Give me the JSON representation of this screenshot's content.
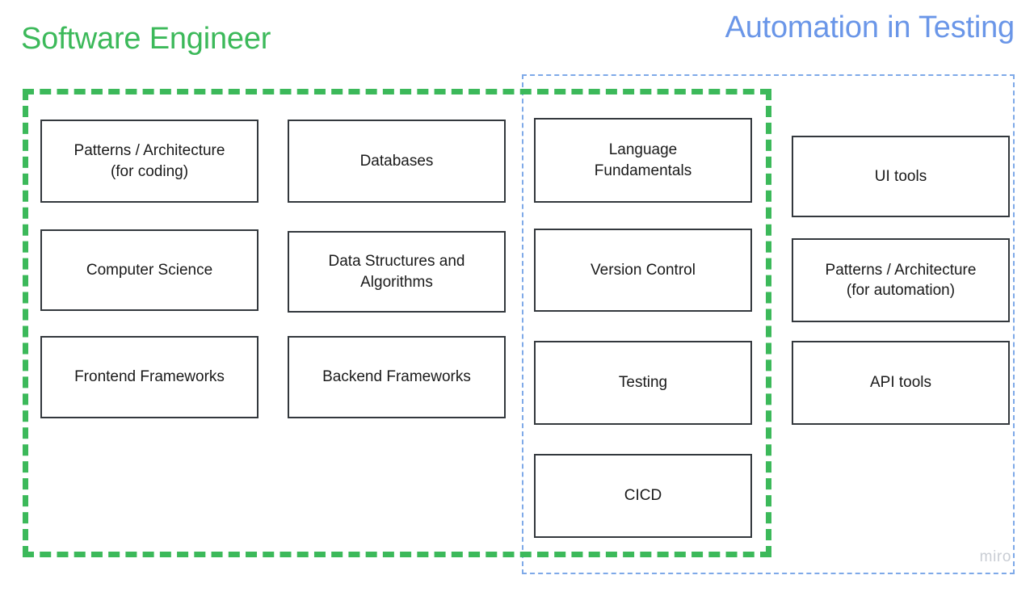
{
  "colors": {
    "software_engineer_green": "#3CB95A",
    "automation_blue": "#6A96E8",
    "automation_border_blue": "#7EA9E8",
    "node_border": "#33383D",
    "node_text": "#1A1A1A",
    "watermark": "#C9CDD4",
    "background": "#FFFFFF"
  },
  "titles": {
    "left": "Software Engineer",
    "right": "Automation in Testing"
  },
  "groups": {
    "software_engineer": {
      "label": "Software Engineer",
      "border_style": "dashed",
      "border_color": "#3CB95A"
    },
    "automation_in_testing": {
      "label": "Automation in Testing",
      "border_style": "dashed",
      "border_color": "#7EA9E8"
    }
  },
  "columns": [
    {
      "name": "column-1",
      "group": "software_engineer",
      "nodes": [
        {
          "id": "patterns-coding",
          "line1": "Patterns / Architecture",
          "line2": "(for coding)"
        },
        {
          "id": "computer-science",
          "line1": "Computer Science",
          "line2": ""
        },
        {
          "id": "frontend-frameworks",
          "line1": "Frontend Frameworks",
          "line2": ""
        }
      ]
    },
    {
      "name": "column-2",
      "group": "software_engineer",
      "nodes": [
        {
          "id": "databases",
          "line1": "Databases",
          "line2": ""
        },
        {
          "id": "data-structures",
          "line1": "Data Structures and",
          "line2": "Algorithms"
        },
        {
          "id": "backend-frameworks",
          "line1": "Backend Frameworks",
          "line2": ""
        }
      ]
    },
    {
      "name": "column-3",
      "group": "both",
      "nodes": [
        {
          "id": "language-fundamentals",
          "line1": "Language",
          "line2": "Fundamentals"
        },
        {
          "id": "version-control",
          "line1": "Version Control",
          "line2": ""
        },
        {
          "id": "testing",
          "line1": "Testing",
          "line2": ""
        },
        {
          "id": "cicd",
          "line1": "CICD",
          "line2": ""
        }
      ]
    },
    {
      "name": "column-4",
      "group": "automation_in_testing",
      "nodes": [
        {
          "id": "ui-tools",
          "line1": "UI tools",
          "line2": ""
        },
        {
          "id": "patterns-automation",
          "line1": "Patterns / Architecture",
          "line2": "(for automation)"
        },
        {
          "id": "api-tools",
          "line1": "API tools",
          "line2": ""
        }
      ]
    }
  ],
  "watermark": "miro"
}
